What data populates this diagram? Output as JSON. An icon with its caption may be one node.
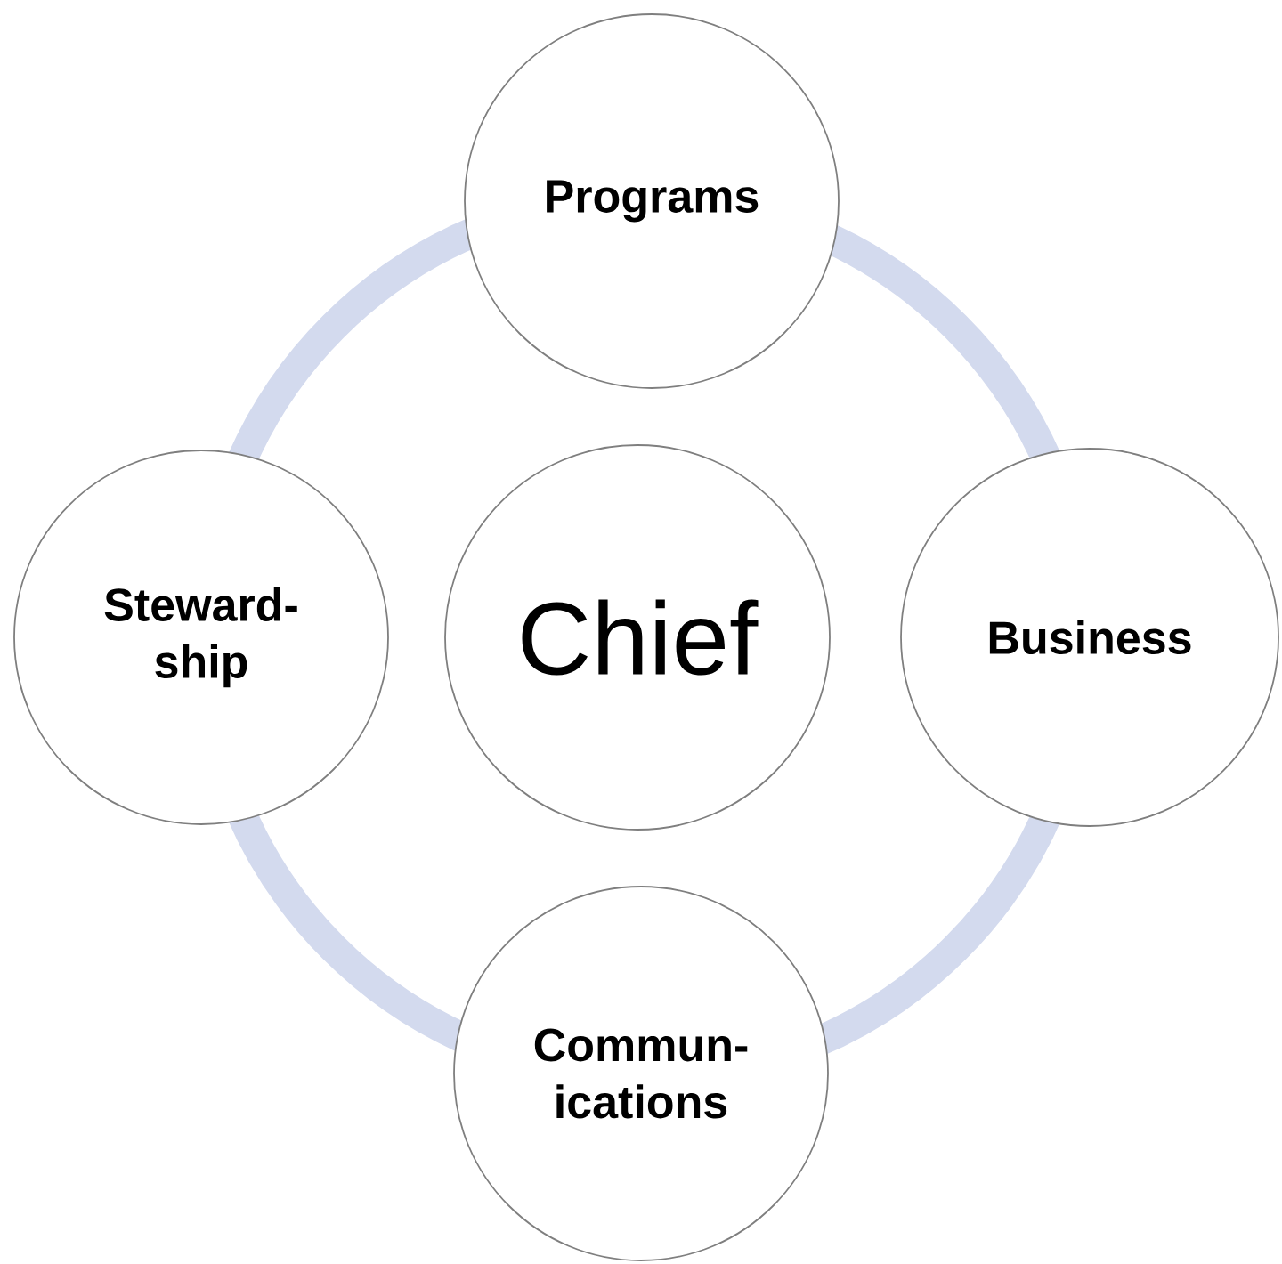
{
  "diagram": {
    "nodes": [
      {
        "text": [
          "Programs"
        ]
      },
      {
        "text": [
          "Steward- ship"
        ]
      },
      {
        "text": [
          "Chief"
        ]
      },
      {
        "text": [
          "Business"
        ]
      },
      {
        "text": [
          "Commun- ications"
        ]
      }
    ]
  }
}
